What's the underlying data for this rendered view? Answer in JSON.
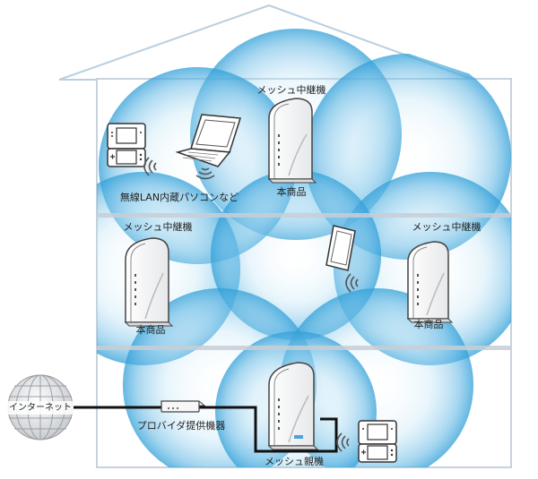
{
  "labels": {
    "mesh_repeater_top": "メッシュ中継機",
    "mesh_repeater_left": "メッシュ中継機",
    "mesh_repeater_right": "メッシュ中継機",
    "product_top": "本商品",
    "product_left": "本商品",
    "product_right": "本商品",
    "wireless_devices": "無線LAN内蔵パソコンなど",
    "internet": "インターネット",
    "provider_equipment": "プロバイダ提供機器",
    "mesh_parent": "メッシュ親機"
  },
  "colors": {
    "house_outline": "#b9cfe0",
    "floor_line": "#c4ccd4",
    "coverage_center": "#9ed4ef",
    "coverage_edge": "#2f9fd8",
    "device_body": "#ffffff",
    "cable": "#111111"
  },
  "icons": [
    "router-icon",
    "globe-icon",
    "game-console-icon",
    "laptop-icon",
    "smartphone-icon",
    "wifi-signal-icon",
    "modem-icon"
  ]
}
